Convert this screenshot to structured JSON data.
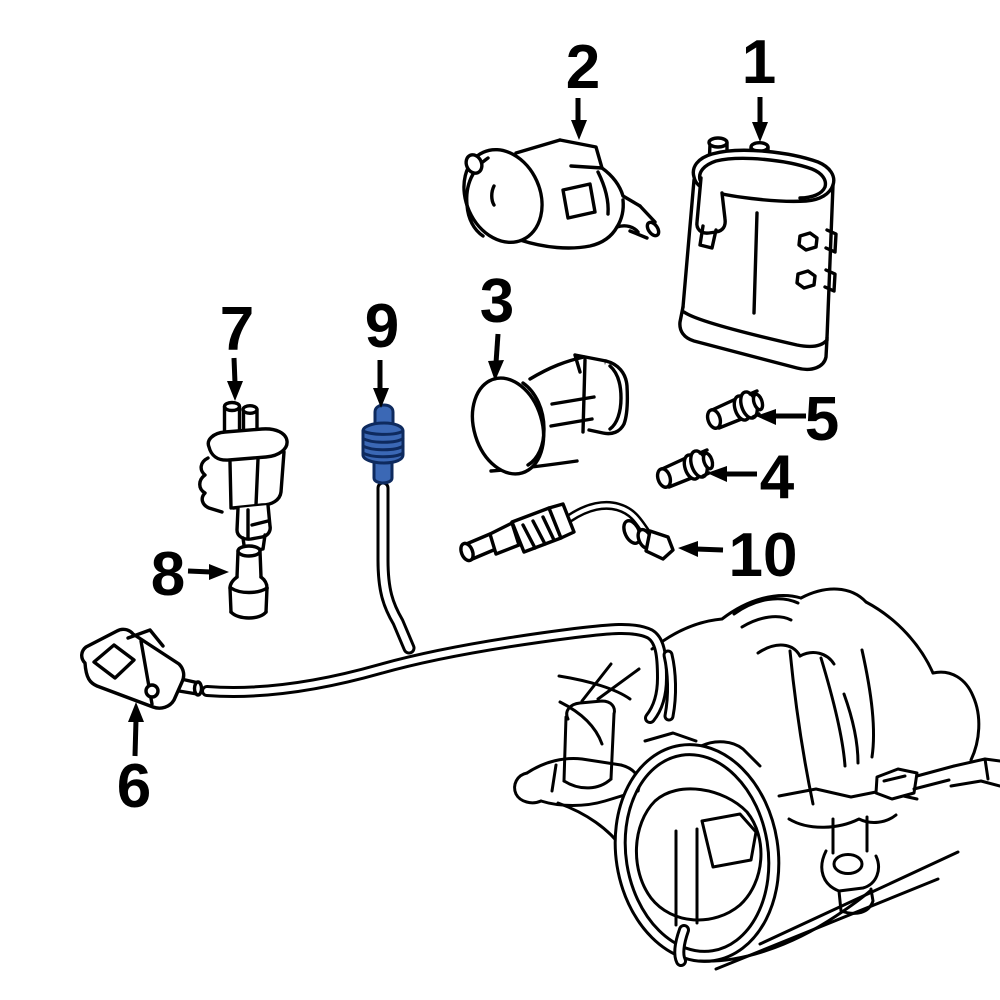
{
  "diagram": {
    "background": "#ffffff",
    "line_color": "#000000",
    "highlight_fill": "#3b68b5",
    "highlight_outline": "#0e2a5e",
    "highlighted_callout": "9",
    "callouts": [
      {
        "number": "1"
      },
      {
        "number": "2"
      },
      {
        "number": "3"
      },
      {
        "number": "4"
      },
      {
        "number": "5"
      },
      {
        "number": "6"
      },
      {
        "number": "7"
      },
      {
        "number": "8"
      },
      {
        "number": "9",
        "highlighted": true
      },
      {
        "number": "10"
      }
    ]
  }
}
